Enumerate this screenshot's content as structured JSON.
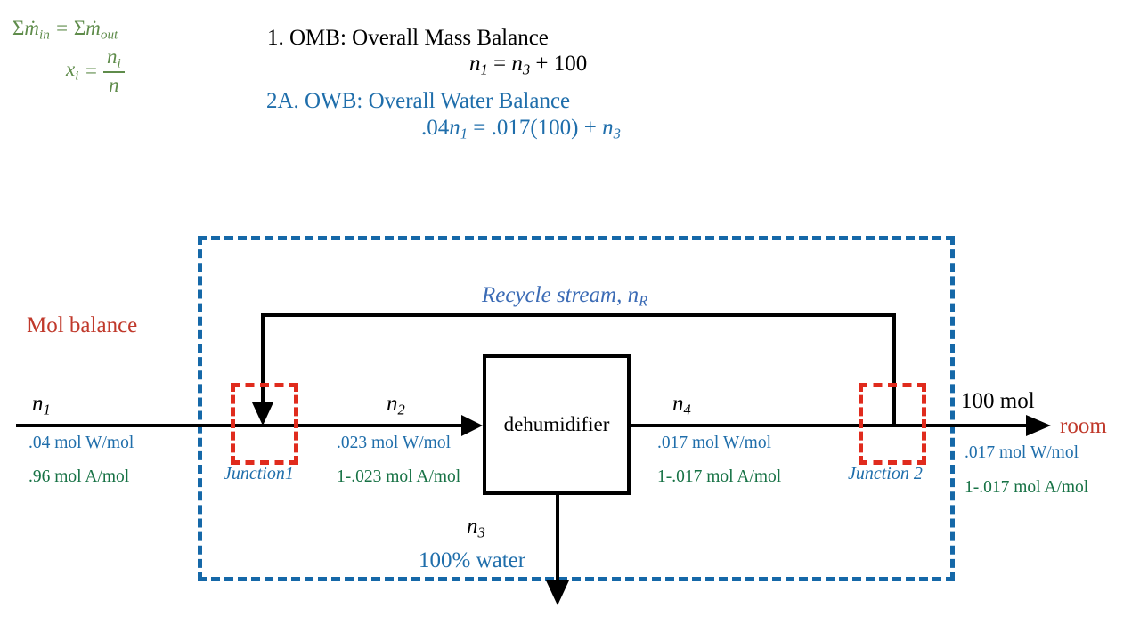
{
  "formulas": {
    "mass_balance": "Σṁ",
    "mass_balance_sub_in": "in",
    "mass_balance_eq": "= Σṁ",
    "mass_balance_sub_out": "out",
    "mole_fraction_x": "x",
    "mole_fraction_sub_i": "i",
    "mole_fraction_eq": "=",
    "mole_fraction_num": "n",
    "mole_fraction_num_sub": "i",
    "mole_fraction_den": "n"
  },
  "equations": {
    "omb_title": "1. OMB: Overall Mass Balance",
    "omb_equation": "n₁ = n₃ + 100",
    "owb_title": "2A. OWB: Overall Water Balance",
    "owb_equation": ".04n₁ = .017(100) + n₃"
  },
  "diagram": {
    "mol_balance_label": "Mol balance",
    "recycle_label": "Recycle stream, n",
    "recycle_label_sub": "R",
    "dehumidifier_label": "dehumidifier",
    "junction1_label": "Junction1",
    "junction2_label": "Junction 2",
    "room_label": "room",
    "streams": {
      "n1": {
        "name": "n",
        "sub": "1",
        "water": ".04 mol W/mol",
        "air": ".96 mol A/mol"
      },
      "n2": {
        "name": "n",
        "sub": "2",
        "water": ".023 mol W/mol",
        "air": "1-.023 mol A/mol"
      },
      "n3": {
        "name": "n",
        "sub": "3",
        "composition": "100% water"
      },
      "n4": {
        "name": "n",
        "sub": "4",
        "water": ".017 mol W/mol",
        "air": "1-.017 mol A/mol"
      },
      "outlet": {
        "amount": "100 mol",
        "water": ".017 mol W/mol",
        "air": "1-.017 mol A/mol"
      }
    }
  },
  "colors": {
    "blue": "#1f6eab",
    "green": "#177245",
    "red": "#c0392b",
    "boundary_blue": "#1568a8",
    "junction_red": "#e02b1d",
    "formula_green": "#5f8c4b",
    "black": "#000000"
  }
}
